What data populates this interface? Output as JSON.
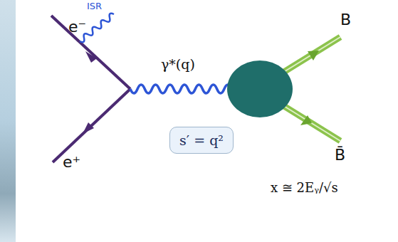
{
  "diagram": {
    "nodes": [
      {
        "text": [
          "s′ = q²"
        ]
      }
    ],
    "labels": [
      "e⁻",
      "ISR",
      "γ*(q)",
      "e⁺",
      "B",
      "B̄",
      "x ≅ 2Eᵧ/√s"
    ]
  }
}
